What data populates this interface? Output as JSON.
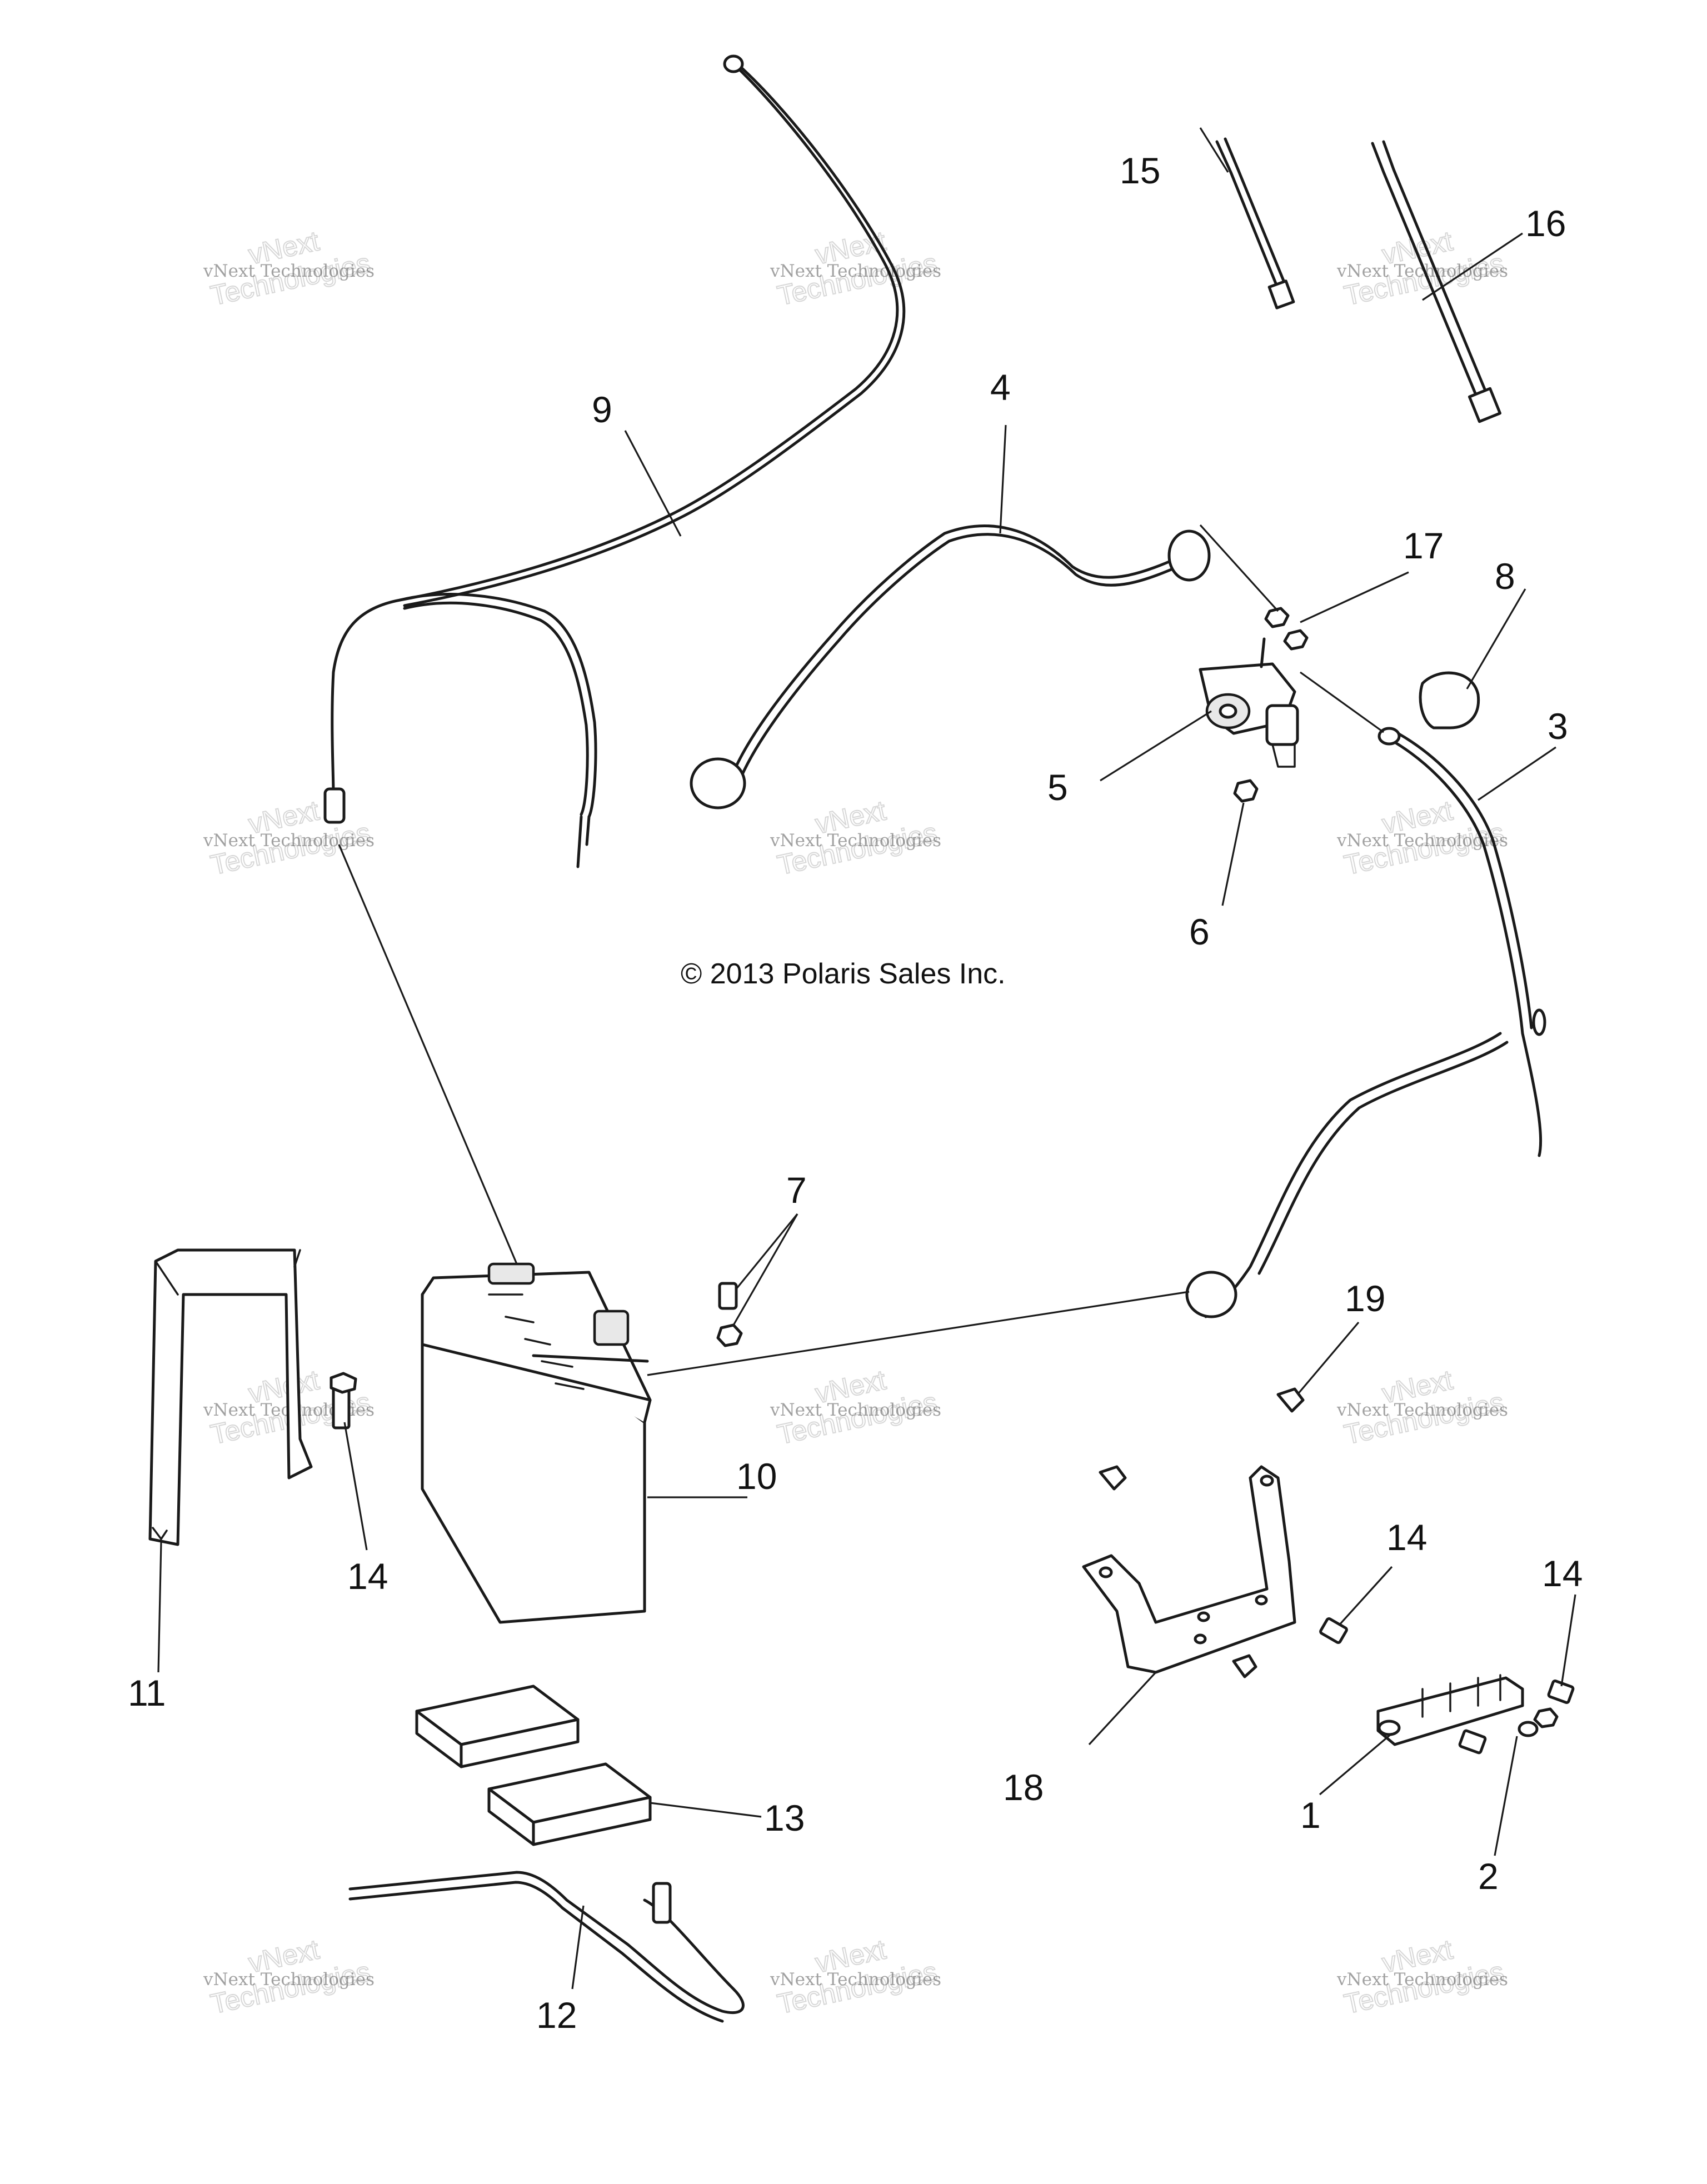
{
  "copyright": "© 2013 Polaris Sales Inc.",
  "watermark": {
    "brand_line": "vNext Technologies",
    "big_line_1": "vNext",
    "big_line_2": "Technologies"
  },
  "callouts": {
    "c1": "1",
    "c2": "2",
    "c3": "3",
    "c4": "4",
    "c5": "5",
    "c6": "6",
    "c7": "7",
    "c8": "8",
    "c9": "9",
    "c10": "10",
    "c11": "11",
    "c12": "12",
    "c13": "13",
    "c14a": "14",
    "c14b": "14",
    "c14c": "14",
    "c15": "15",
    "c16": "16",
    "c17": "17",
    "c18": "18",
    "c19": "19"
  }
}
